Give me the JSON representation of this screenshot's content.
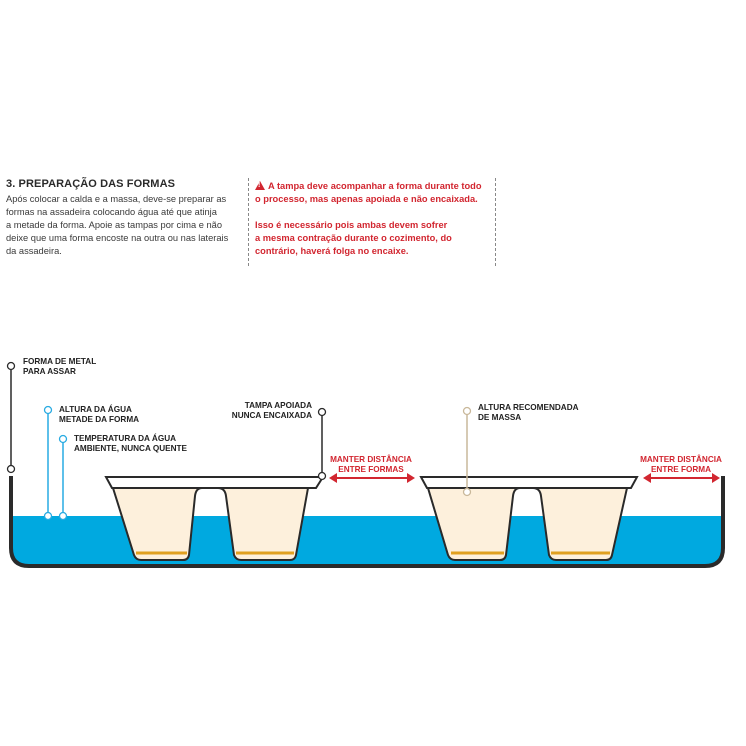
{
  "section": {
    "title": "3.  PREPARAÇÃO DAS FORMAS",
    "body_lines": [
      "Após colocar a calda e a massa, deve-se preparar as",
      "formas na assadeira colocando água até que atinja",
      "a metade da forma. Apoie as tampas por cima e não",
      "deixe que uma forma encoste na outra ou nas laterais",
      "da assadeira."
    ]
  },
  "warning": {
    "line1": "A tampa deve acompanhar a forma durante todo",
    "line2": "o processo, mas apenas apoiada e não encaixada.",
    "line3": "Isso é necessário pois ambas devem sofrer",
    "line4": "a mesma contração durante o cozimento, do",
    "line5": "contrário, haverá folga no encaixe."
  },
  "labels": {
    "forma_metal_1": "FORMA DE METAL",
    "forma_metal_2": "PARA ASSAR",
    "altura_agua_1": "ALTURA DA ÁGUA",
    "altura_agua_2": "METADE DA FORMA",
    "temperatura_1": "TEMPERATURA DA ÁGUA",
    "temperatura_2": "AMBIENTE, NUNCA QUENTE",
    "tampa_1": "TAMPA APOIADA",
    "tampa_2": "NUNCA ENCAIXADA",
    "distancia_formas_1": "MANTER DISTÂNCIA",
    "distancia_formas_2": "ENTRE FORMAS",
    "altura_massa_1": "ALTURA RECOMENDADA",
    "altura_massa_2": "DE MASSA",
    "distancia_forma_1": "MANTER DISTÂNCIA",
    "distancia_forma_2": "ENTRE FORMA"
  },
  "colors": {
    "water": "#00a9e0",
    "mold_fill": "#fdf0dc",
    "batter_line": "#e0a020",
    "accent_red": "#d22630",
    "pan": "#2a2a2a",
    "callout_blue": "#29abe2",
    "callout_tan": "#c9b89a"
  }
}
